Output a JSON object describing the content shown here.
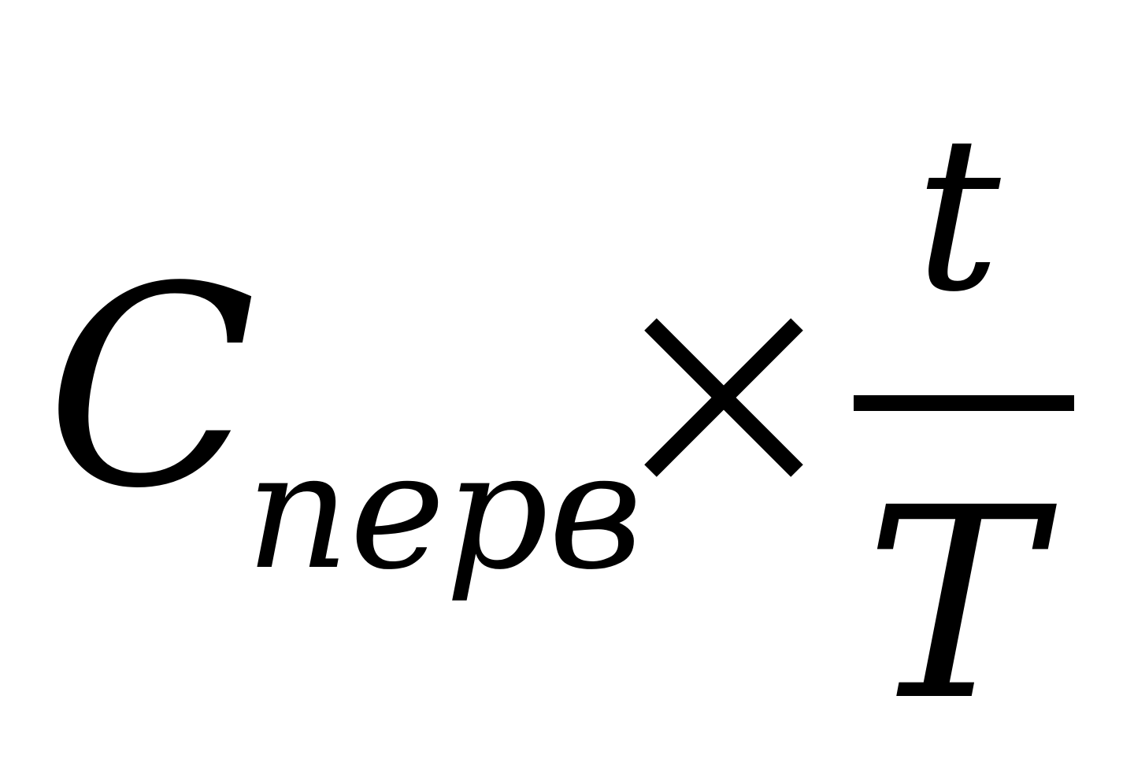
{
  "formula": {
    "base": "C",
    "subscript": "перв",
    "operator": "×",
    "numerator": "t",
    "denominator": "T"
  },
  "colors": {
    "ink": "#000000",
    "background": "#ffffff"
  },
  "icons": {
    "operator_icon": "multiplication-sign"
  }
}
